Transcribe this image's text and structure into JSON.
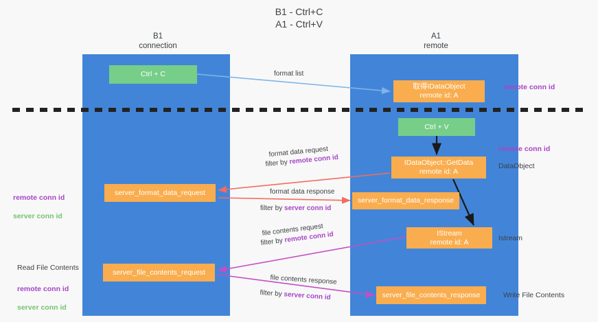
{
  "title": "B1 - Ctrl+C\nA1 - Ctrl+V",
  "columns": {
    "b1": "B1\nconnection",
    "a1": "A1\nremote"
  },
  "nodes": {
    "ctrl_c": "Ctrl + C",
    "get_idataobject": "取得IDataObject\nremote id: A",
    "ctrl_v": "Ctrl + V",
    "idataobject_getdata": "IDataObject::GetData\nremote id: A",
    "server_format_data_request": "server_format_data_request",
    "server_format_data_response": "server_format_data_response",
    "istream": "IStream\nremote id: A",
    "server_file_contents_request": "server_file_contents_request",
    "server_file_contents_response": "server_file_contents_response"
  },
  "edge_labels": {
    "format_list": "format list",
    "format_data_request": "format data request",
    "format_data_request_filter_prefix": "filter by ",
    "format_data_request_filter_key": "remote conn id",
    "format_data_response": "format data response",
    "format_data_response_filter_prefix": "filter by ",
    "format_data_response_filter_key": "server conn id",
    "file_contents_request": "file contents request",
    "file_contents_request_filter_prefix": "filter by ",
    "file_contents_request_filter_key": "remote conn id",
    "file_contents_response": "file contents response",
    "file_contents_response_filter_prefix": "filter by ",
    "file_contents_response_filter_key": "server conn id"
  },
  "annotations": {
    "remote_conn_id_top": "remote conn id",
    "remote_conn_id_mid": "remote conn id",
    "dataobject": "DataObject",
    "istream_label": "Istream",
    "write_file_contents": "Write File Contents",
    "left_remote_conn_id": "remote conn id",
    "left_server_conn_id": "server conn id",
    "read_file_contents": "Read File Contents",
    "left_remote_conn_id_2": "remote conn id",
    "left_server_conn_id_2": "server conn id"
  },
  "colors": {
    "lane": "#4285d8",
    "node_green": "#76ce89",
    "node_orange": "#f9ad4e",
    "purple": "#a646c6",
    "green_text": "#74c36f",
    "arrow_blue": "#7eb5e8",
    "arrow_red": "#f26c5e",
    "arrow_black": "#1a1a1a",
    "arrow_magenta": "#c44ec4",
    "background": "#f8f8f8"
  }
}
